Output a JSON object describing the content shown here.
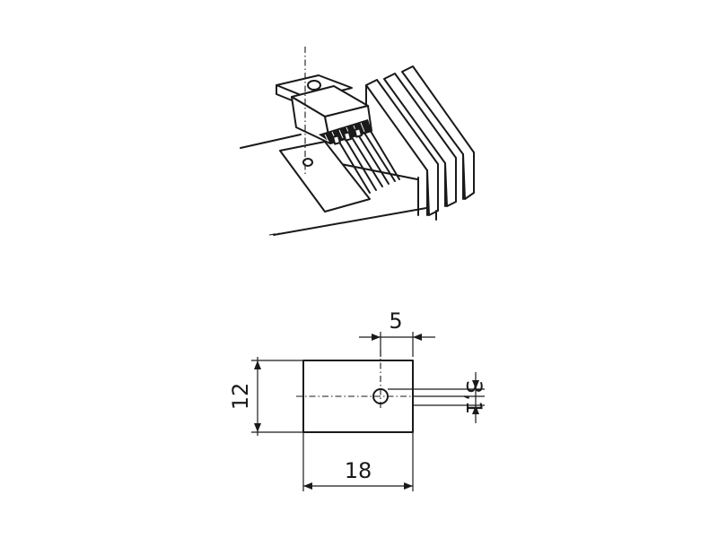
{
  "diagram": {
    "dimensions": {
      "width": "18",
      "height": "12",
      "hole_offset_x": "5",
      "hole_offset_y": "3,1"
    },
    "colors": {
      "ink": "#1a1a1a",
      "background": "#ffffff"
    }
  }
}
